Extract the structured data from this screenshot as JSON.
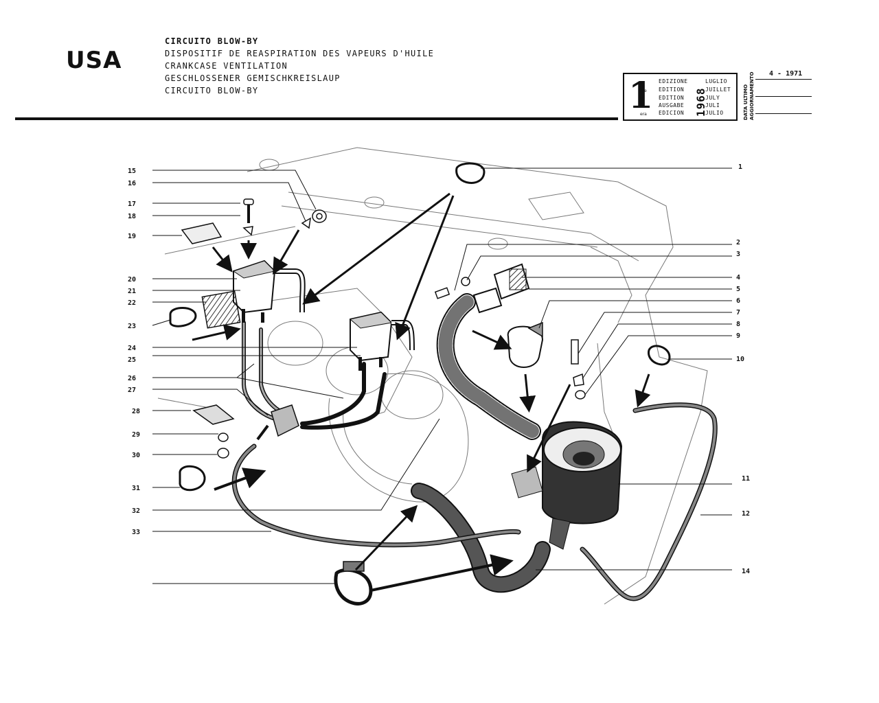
{
  "header": {
    "region": "USA",
    "title_lines": [
      "CIRCUITO BLOW-BY",
      "DISPOSITIF DE REASPIRATION DES VAPEURS D'HUILE",
      "CRANKCASE VENTILATION",
      "GESCHLOSSENER GEMISCHKREISLAUP",
      "CIRCUITO BLOW-BY"
    ]
  },
  "edition": {
    "number": "1",
    "ordinals": [
      "a",
      "ere",
      "st",
      "",
      "era"
    ],
    "words": [
      "EDIZIONE",
      "EDITION",
      "EDITION",
      "AUSGABE",
      "EDICION"
    ],
    "year": "1968",
    "months": [
      "LUGLIO",
      "JUILLET",
      "JULY",
      "JULI",
      "JULIO"
    ],
    "update_label_1": "DATA ULTIMO",
    "update_label_2": "AGGIORNAMENTO",
    "update_date": "4 - 1971"
  },
  "callouts": {
    "left": [
      "15",
      "16",
      "17",
      "18",
      "19",
      "20",
      "21",
      "22",
      "23",
      "24",
      "25",
      "26",
      "27",
      "28",
      "29",
      "30",
      "31",
      "32",
      "33"
    ],
    "right": [
      "1",
      "2",
      "3",
      "4",
      "5",
      "6",
      "7",
      "8",
      "9",
      "10",
      "11",
      "12",
      "14"
    ]
  }
}
